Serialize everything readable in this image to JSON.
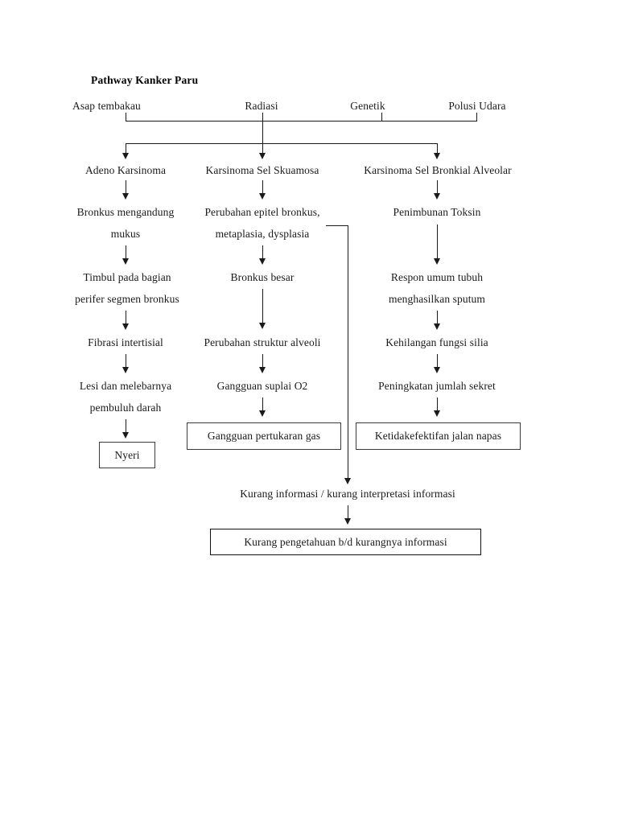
{
  "document": {
    "title": "Pathway Kanker Paru",
    "type": "flowchart",
    "language": "id"
  },
  "risk_factors": [
    {
      "label": "Asap tembakau"
    },
    {
      "label": "Radiasi"
    },
    {
      "label": "Genetik"
    },
    {
      "label": "Polusi Udara"
    }
  ],
  "cancer_types": [
    {
      "label": "Adeno Karsinoma"
    },
    {
      "label": "Karsinoma Sel Skuamosa"
    },
    {
      "label": "Karsinoma Sel Bronkial Alveolar"
    }
  ],
  "columns": {
    "left": [
      {
        "line1": "Bronkus mengandung",
        "line2": "mukus"
      },
      {
        "line1": "Timbul pada bagian",
        "line2": "perifer segmen bronkus"
      },
      {
        "line1": "Fibrasi intertisial",
        "line2": ""
      },
      {
        "line1": "Lesi dan melebarnya",
        "line2": "pembuluh darah"
      }
    ],
    "middle": [
      {
        "line1": "Perubahan epitel bronkus,",
        "line2": "metaplasia, dysplasia"
      },
      {
        "line1": "Bronkus besar",
        "line2": ""
      },
      {
        "line1": "Perubahan struktur alveoli",
        "line2": ""
      },
      {
        "line1": "Gangguan suplai O2",
        "line2": ""
      }
    ],
    "right": [
      {
        "line1": "Penimbunan Toksin",
        "line2": ""
      },
      {
        "line1": "Respon umum tubuh",
        "line2": "menghasilkan sputum"
      },
      {
        "line1": "Kehilangan fungsi silia",
        "line2": ""
      },
      {
        "line1": "Peningkatan jumlah sekret",
        "line2": ""
      }
    ]
  },
  "outcomes": {
    "nyeri": "Nyeri",
    "gangguan_pertukaran_gas": "Gangguan pertukaran gas",
    "ketidakefektifan_jalan_napas": "Ketidakefektifan jalan napas",
    "kurang_informasi": "Kurang informasi / kurang interpretasi informasi",
    "kurang_pengetahuan": "Kurang pengetahuan b/d kurangnya informasi"
  },
  "style": {
    "line_color": "#1a1a1a",
    "box_border_color": "#3a3a3a",
    "text_color": "#1a1a1a",
    "background": "#ffffff"
  }
}
